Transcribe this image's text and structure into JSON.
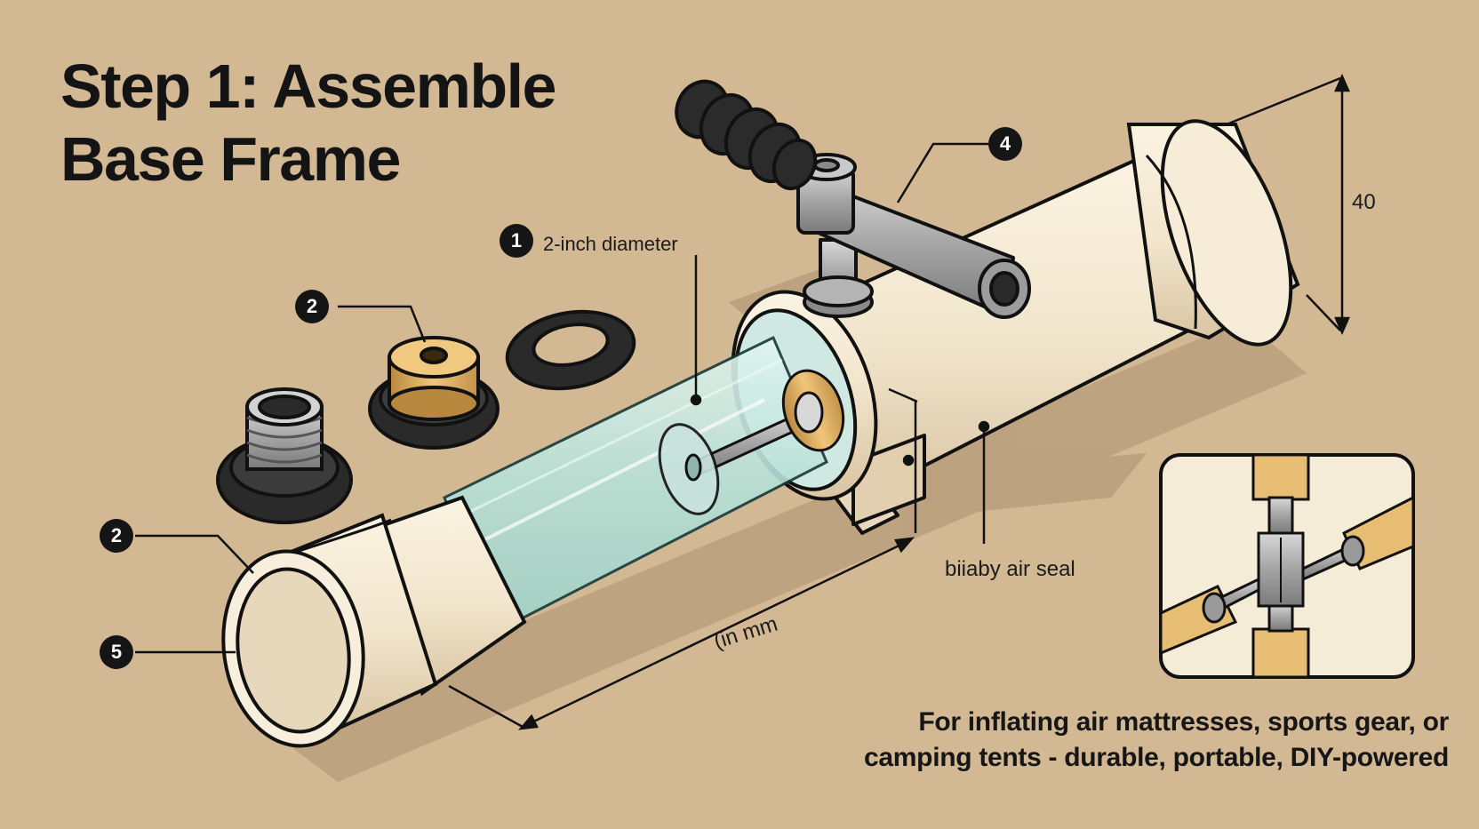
{
  "title": {
    "line1": "Step 1: Assemble",
    "line2": "Base Frame"
  },
  "callouts": [
    {
      "number": "1",
      "text": "2-inch diameter"
    },
    {
      "number": "2",
      "text": ""
    },
    {
      "number": "2",
      "text": ""
    },
    {
      "number": "4",
      "text": ""
    },
    {
      "number": "5",
      "text": ""
    }
  ],
  "labels": {
    "seal": "biiaby air seal",
    "unit": "(in mm",
    "height": "40"
  },
  "caption": {
    "line1": "For inflating air mattresses, sports gear, or",
    "line2": "camping tents - durable, portable, DIY-powered"
  },
  "colors": {
    "background": "#d3b894",
    "pipe": "#f1e6cf",
    "pipe_shadow": "#ddcbaa",
    "glass": "#bfe3dc",
    "metal": "#9a9a9a",
    "brass": "#e0b46a",
    "rubber": "#2a2a2a"
  },
  "icons": [
    "pump-handle-icon",
    "o-ring-icon",
    "brass-valve-icon",
    "threaded-fitting-icon",
    "cross-joint-detail-icon"
  ]
}
